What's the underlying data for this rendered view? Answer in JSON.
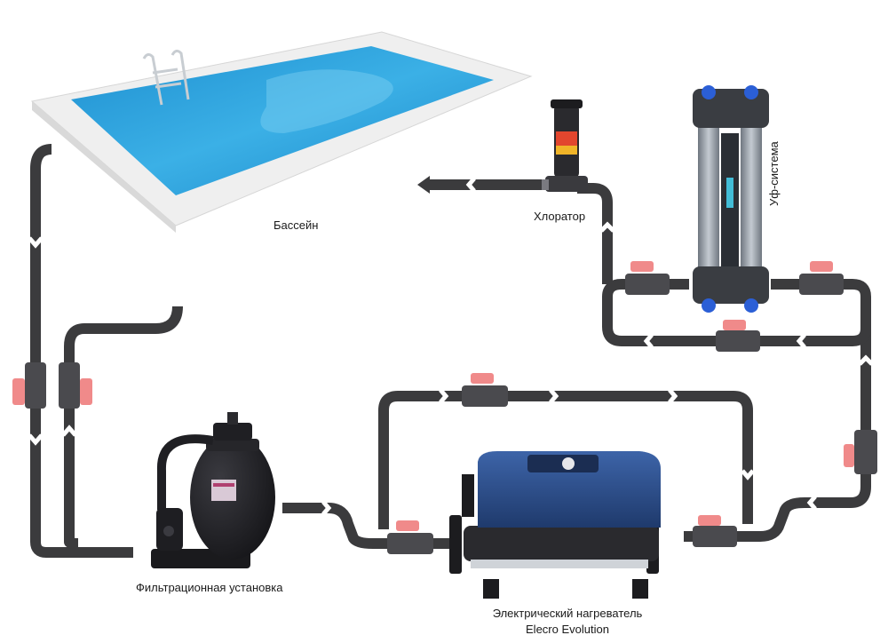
{
  "labels": {
    "pool": "Бассейн",
    "chlorinator": "Хлоратор",
    "uv_system": "Уф-система",
    "filter_unit": "Фильтрационная установка",
    "heater_line1": "Электрический нагреватель",
    "heater_line2": "Elecro Evolution"
  },
  "colors": {
    "pipe": "#3b3b3d",
    "pipe_arrow_gap": "#ffffff",
    "valve_handle": "#f08a8a",
    "pool_water": "#2aa3dc",
    "pool_rim": "#efefef",
    "heater_body": "#2b4f8f",
    "filter_tank": "#1e1e22",
    "uv_tube": "#9aa3ad",
    "uv_cap": "#2b5fd6"
  },
  "icons": {
    "pool": "pool-icon",
    "chlorinator": "chlorinator-icon",
    "uv_system": "uv-lamp-icon",
    "filter_unit": "sand-filter-icon",
    "heater": "electric-heater-icon",
    "valve": "ball-valve-icon",
    "flow_arrow": "flow-arrow-icon"
  }
}
